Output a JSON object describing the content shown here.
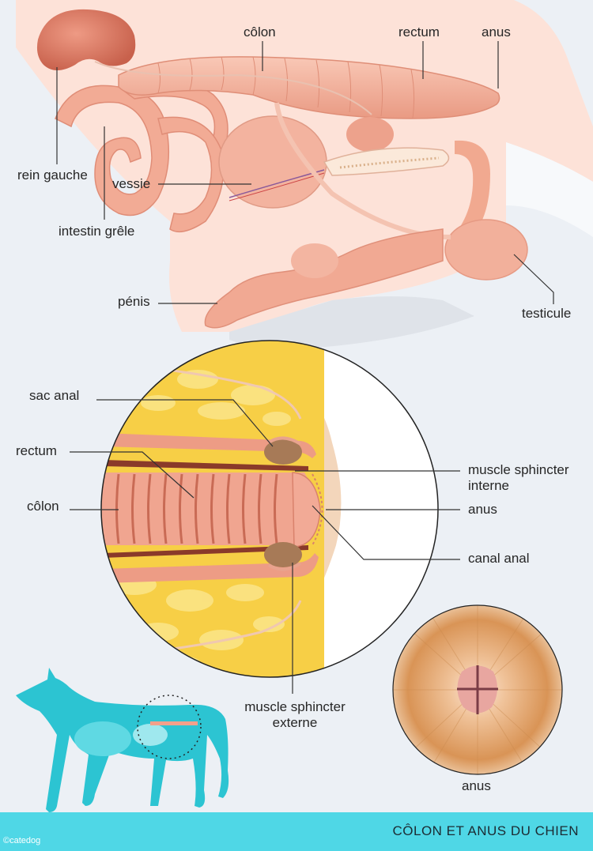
{
  "title": "CÔLON ET ANUS DU CHIEN",
  "copyright": "©catedog",
  "colors": {
    "flesh": "#f6b9a4",
    "organ": "#eea58e",
    "background": "#ecf0f5",
    "accent": "#4fd7e6",
    "dog_silhouette": "#2cc4d2",
    "fat": "#f7cf46"
  },
  "top_labels": {
    "colon": "côlon",
    "rectum": "rectum",
    "anus": "anus",
    "left_kidney": "rein gauche",
    "bladder": "vessie",
    "small_intestine": "intestin grêle",
    "penis": "pénis",
    "testicle": "testicule"
  },
  "section_labels": {
    "anal_sac": "sac anal",
    "rectum": "rectum",
    "colon": "côlon",
    "internal_sphincter": "muscle sphincter interne",
    "anus": "anus",
    "anal_canal": "canal anal",
    "external_sphincter": "muscle sphincter externe"
  },
  "photo_label": "anus"
}
